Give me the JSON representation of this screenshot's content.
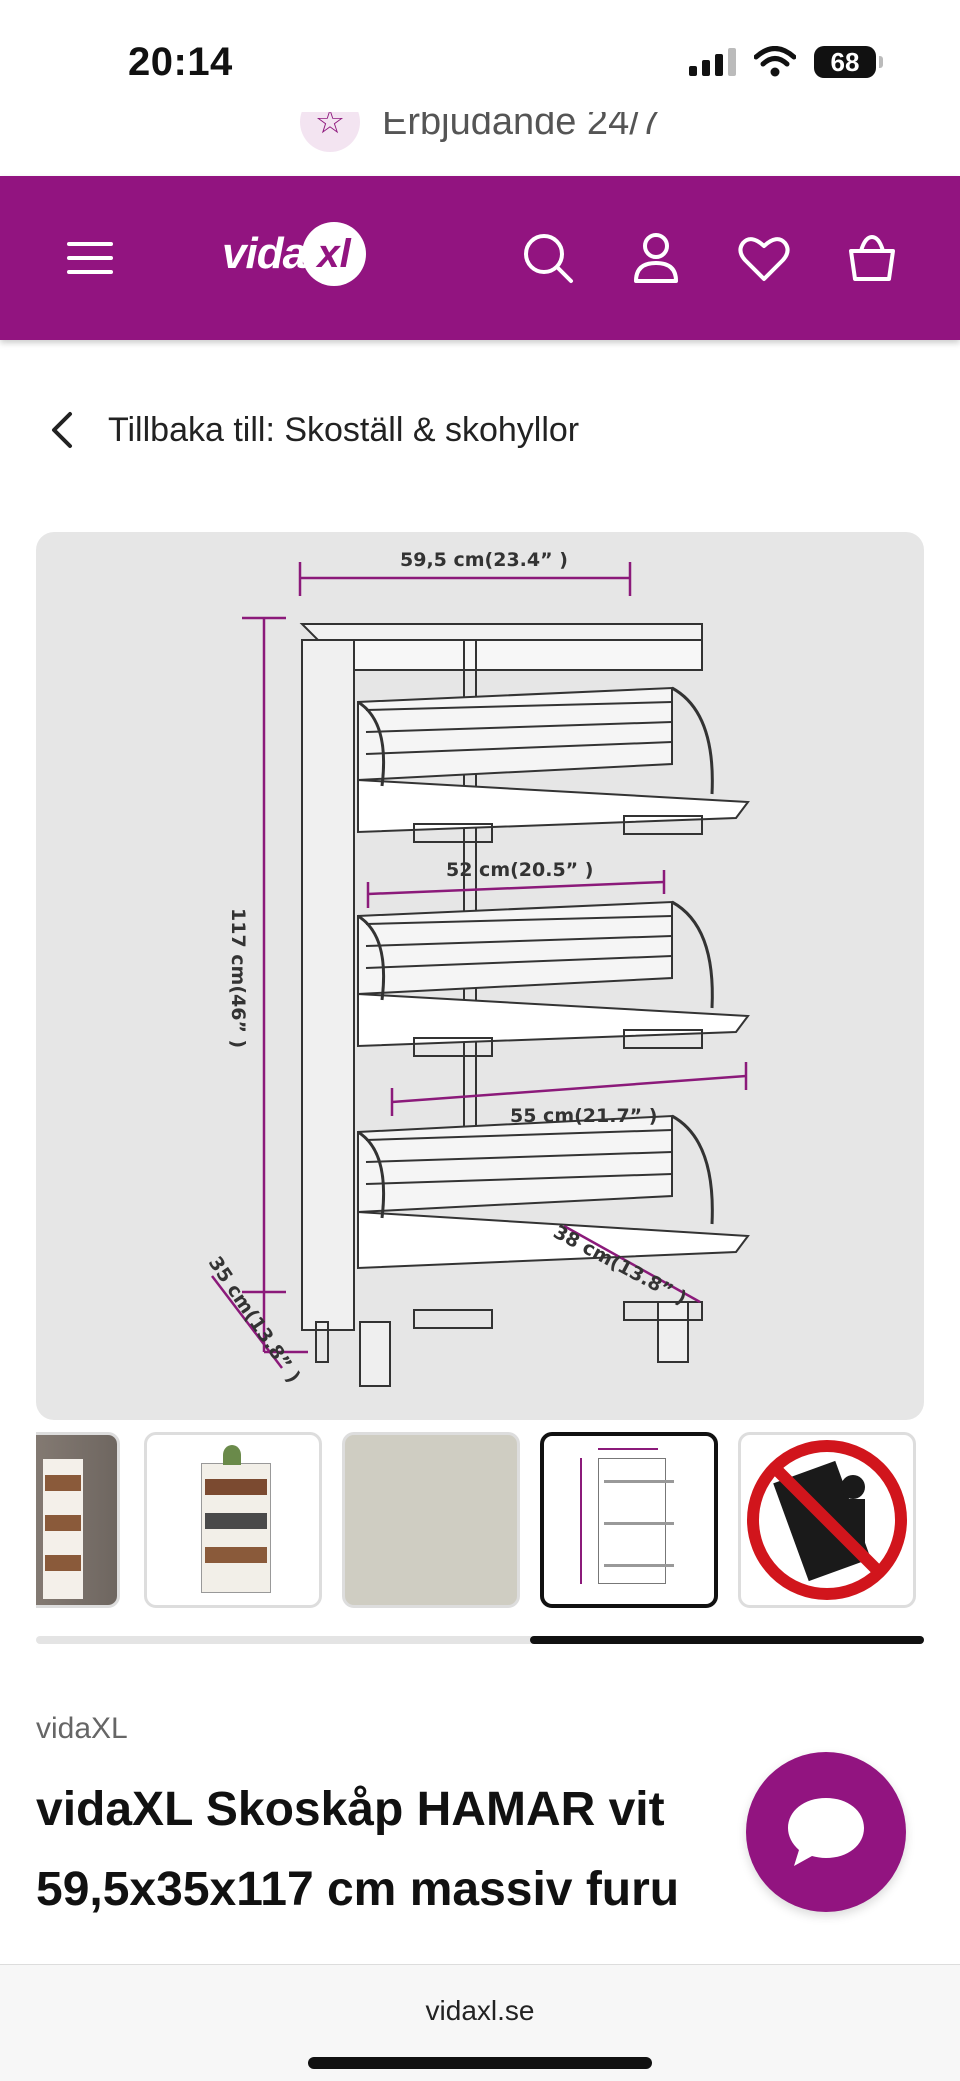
{
  "status_bar": {
    "time": "20:14",
    "battery": "68"
  },
  "promo": {
    "text": "Erbjudande 24/7",
    "icon": "star-icon"
  },
  "header": {
    "logo_text": "vida",
    "logo_badge": "xl",
    "background_color": "#921480",
    "icons": [
      "menu-icon",
      "search-icon",
      "account-icon",
      "heart-icon",
      "cart-icon"
    ]
  },
  "back_link": {
    "label": "Tillbaka till: Skoställ & skohyllor"
  },
  "product_image": {
    "dimensions": {
      "width_top": "59,5 cm(23.4” )",
      "inner_width": "52 cm(20.5” )",
      "shelf_width": "55 cm(21.7” )",
      "height": "117 cm(46” )",
      "depth": "35 cm(13.8” )",
      "shelf_depth": "38 cm(13.8” )"
    }
  },
  "gallery": {
    "active_index": 3,
    "scroll_fraction": 0.44
  },
  "product": {
    "brand": "vidaXL",
    "title": "vidaXL Skoskåp HAMAR vit 59,5x35x117 cm massiv furu"
  },
  "chat": {
    "icon": "chat-bubble-icon"
  },
  "browser": {
    "url": "vidaxl.se"
  }
}
